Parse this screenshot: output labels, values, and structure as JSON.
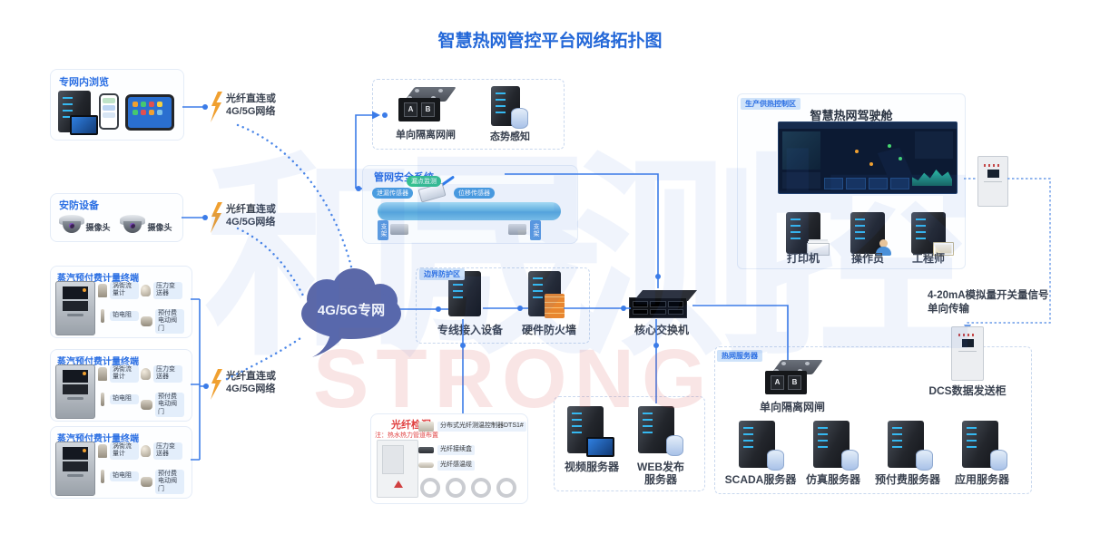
{
  "title": "智慧热网管控平台网络拓扑图",
  "watermark": {
    "cn": "和晟测控",
    "en": "STRONG"
  },
  "link_label": {
    "line1": "光纤直连或",
    "line2": "4G/5G网络"
  },
  "browse_box": {
    "title": "专网内浏览"
  },
  "security_box": {
    "title": "安防设备",
    "cameras": [
      "摄像头",
      "摄像头"
    ]
  },
  "terminals": [
    {
      "title": "蒸汽预付费计量终端",
      "items": [
        "涡街流量计",
        "压力变送器",
        "铂电阻",
        "预付费电动阀门"
      ]
    },
    {
      "title": "蒸汽预付费计量终端",
      "items": [
        "涡街流量计",
        "压力变送器",
        "铂电阻",
        "预付费电动阀门"
      ]
    },
    {
      "title": "蒸汽预付费计量终端",
      "items": [
        "涡街流量计",
        "压力变送器",
        "铂电阻",
        "预付费电动阀门"
      ]
    }
  ],
  "cloud": {
    "label": "4G/5G专网"
  },
  "isolation_box": {
    "gateway": "单向隔离网闸",
    "awareness": "态势感知"
  },
  "pipe_system": {
    "title": "管网安全系统",
    "pills": {
      "left": "泄漏传感器",
      "top": "漏点监测",
      "right": "位移传感器"
    },
    "bracket_left": "支架",
    "bracket_right": "支架"
  },
  "boundary_zone": {
    "tag": "边界防护区",
    "access_device": "专线接入设备",
    "firewall": "硬件防火墙"
  },
  "core_switch": {
    "label": "核心交换机"
  },
  "fiber_leak": {
    "title": "光纤检漏",
    "note": "注：热水热力管道布置",
    "items": [
      "分布式光纤测温控制器DTS1#",
      "光纤接续盒",
      "光纤感温缆"
    ]
  },
  "video_zone": {
    "video_server": "视频服务器",
    "web_line1": "WEB发布",
    "web_line2": "服务器"
  },
  "control_zone": {
    "tag": "生产供热控制区",
    "title": "智慧热网驾驶舱",
    "printer": "打印机",
    "operator": "操作员",
    "engineer": "工程师"
  },
  "signal": {
    "line1": "4-20mA模拟量开关量信号",
    "line2": "单向传输",
    "dcs_cabinet": "DCS数据发送柜"
  },
  "server_zone": {
    "tag": "热网服务器",
    "gateway": "单向隔离网闸",
    "servers": [
      "SCADA服务器",
      "仿真服务器",
      "预付费服务器",
      "应用服务器"
    ]
  },
  "colors": {
    "title": "#2468d8",
    "accent": "#2b6fe3",
    "line": "#3b7ce8",
    "cloud": "#5b68a8",
    "lightning": "#f0a030",
    "red": "#e04040",
    "tag_bg": "#cfe3fa",
    "cell_bg": "#e3eefb"
  }
}
